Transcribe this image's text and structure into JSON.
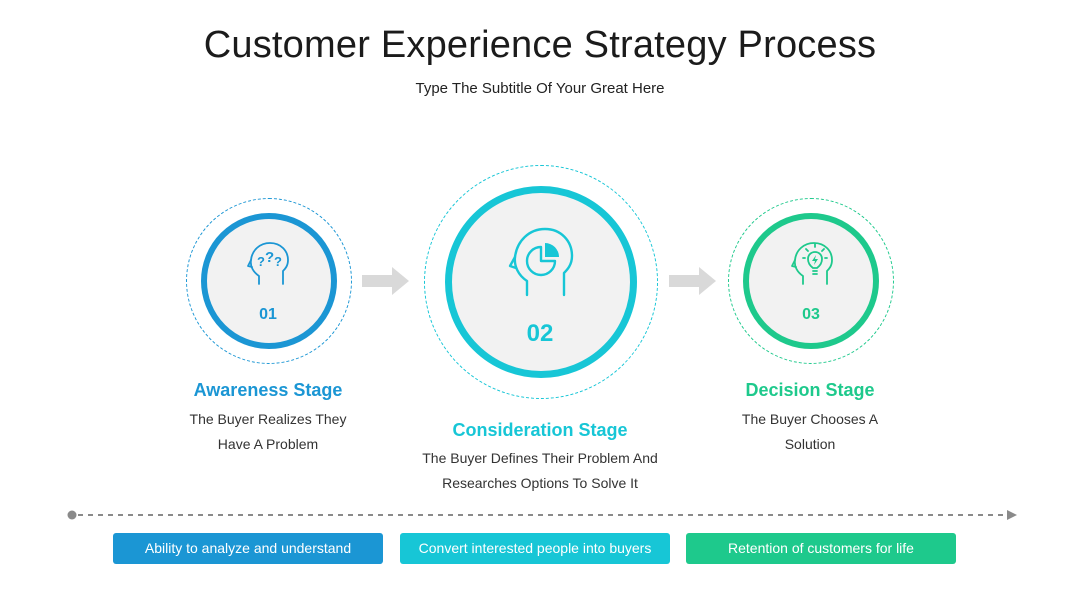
{
  "title": "Customer Experience Strategy Process",
  "subtitle": "Type The Subtitle Of Your Great Here",
  "colors": {
    "blue": "#1b96d4",
    "teal": "#17c6d6",
    "green": "#1ec98c",
    "disc": "#f2f2f2",
    "arrow": "#d9d9d9",
    "timeline": "#8a8a8a"
  },
  "stages": [
    {
      "number": "01",
      "title": "Awareness Stage",
      "desc_line1": "The Buyer Realizes They",
      "desc_line2": "Have A Problem",
      "icon": "head-question-icon"
    },
    {
      "number": "02",
      "title": "Consideration Stage",
      "desc_line1": "The Buyer Defines Their Problem And",
      "desc_line2": "Researches Options To Solve It",
      "icon": "head-pie-chart-icon"
    },
    {
      "number": "03",
      "title": "Decision Stage",
      "desc_line1": "The Buyer Chooses A",
      "desc_line2": "Solution",
      "icon": "head-lightbulb-icon"
    }
  ],
  "pills": [
    "Ability to analyze and understand",
    "Convert interested people into buyers",
    "Retention of customers for life"
  ]
}
